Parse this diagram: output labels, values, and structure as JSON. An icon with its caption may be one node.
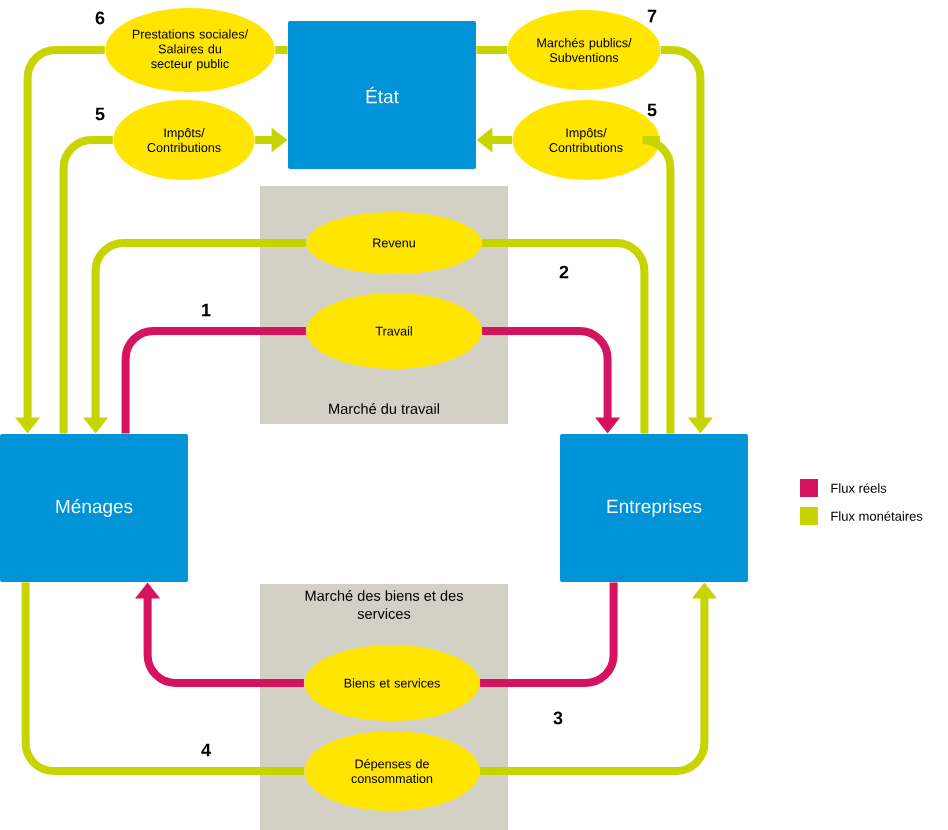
{
  "diagram": {
    "nodes": [
      {
        "text": [
          "Prestations sociales/ Salaires du secteur public"
        ]
      },
      {
        "text": [
          "État"
        ]
      },
      {
        "text": [
          "Marchés publics/ Subventions"
        ]
      },
      {
        "text": [
          "Impôts/ Contributions"
        ]
      },
      {
        "text": [
          "Impôts/ Contributions"
        ]
      },
      {
        "text": [
          "Marché du travail"
        ]
      },
      {
        "text": [
          "Revenu"
        ],
        "in": 5
      },
      {
        "text": [
          "Travail"
        ],
        "in": 5
      },
      {
        "text": [
          "Ménages"
        ]
      },
      {
        "text": [
          "Entreprises"
        ]
      },
      {
        "text": [
          "Marché des biens et des services"
        ]
      },
      {
        "text": [
          "Biens et services"
        ],
        "in": 10
      },
      {
        "text": [
          "Dépenses de consommation"
        ],
        "in": 10
      }
    ],
    "edges": [
      {
        "from": 1,
        "to": 0,
        "arrow": "none"
      },
      {
        "from": 0,
        "to": 8,
        "arrow": "to"
      },
      {
        "from": 1,
        "to": 2,
        "arrow": "none"
      },
      {
        "from": 2,
        "to": 9,
        "arrow": "to"
      },
      {
        "from": 8,
        "to": 3,
        "arrow": "none"
      },
      {
        "from": 3,
        "to": 1,
        "arrow": "to"
      },
      {
        "from": 9,
        "to": 4,
        "arrow": "none"
      },
      {
        "from": 4,
        "to": 1,
        "arrow": "to"
      },
      {
        "from": 9,
        "to": 6,
        "arrow": "none"
      },
      {
        "from": 6,
        "to": 8,
        "arrow": "to"
      },
      {
        "from": 8,
        "to": 7,
        "arrow": "none",
        "color": "#d6135e"
      },
      {
        "from": 7,
        "to": 9,
        "arrow": "to",
        "color": "#d6135e"
      },
      {
        "from": 9,
        "to": 11,
        "arrow": "none",
        "color": "#d6135e"
      },
      {
        "from": 11,
        "to": 8,
        "arrow": "to",
        "color": "#d6135e"
      },
      {
        "from": 8,
        "to": 12,
        "arrow": "none"
      },
      {
        "from": 12,
        "to": 9,
        "arrow": "to"
      }
    ],
    "labels": [
      "6",
      "7",
      "5",
      "5",
      "1",
      "2",
      "4",
      "3"
    ],
    "legend": [
      {
        "text": "Flux réels",
        "color": "#d6135e"
      },
      {
        "text": "Flux monétaires",
        "color": "#c8d400"
      }
    ]
  }
}
